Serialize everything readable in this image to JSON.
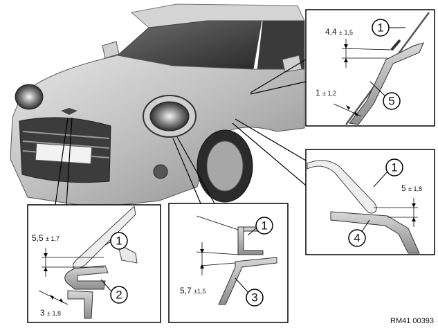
{
  "reference_code": "RM41 00393",
  "callouts": {
    "top_right": {
      "dimension": "4,4",
      "tolerance": "± 1,5",
      "dimension2": "1",
      "tolerance2": "± 1,2",
      "labels": [
        "1",
        "5"
      ]
    },
    "middle_right": {
      "dimension": "5",
      "tolerance": "± 1,8",
      "labels": [
        "1",
        "4"
      ]
    },
    "bottom_left": {
      "dimension": "5,5",
      "tolerance": "± 1,7",
      "dimension2": "3",
      "tolerance2": "± 1,8",
      "labels": [
        "1",
        "2"
      ]
    },
    "bottom_middle": {
      "dimension": "5,7",
      "tolerance": "±1,5",
      "labels": [
        "1",
        "3"
      ]
    }
  }
}
